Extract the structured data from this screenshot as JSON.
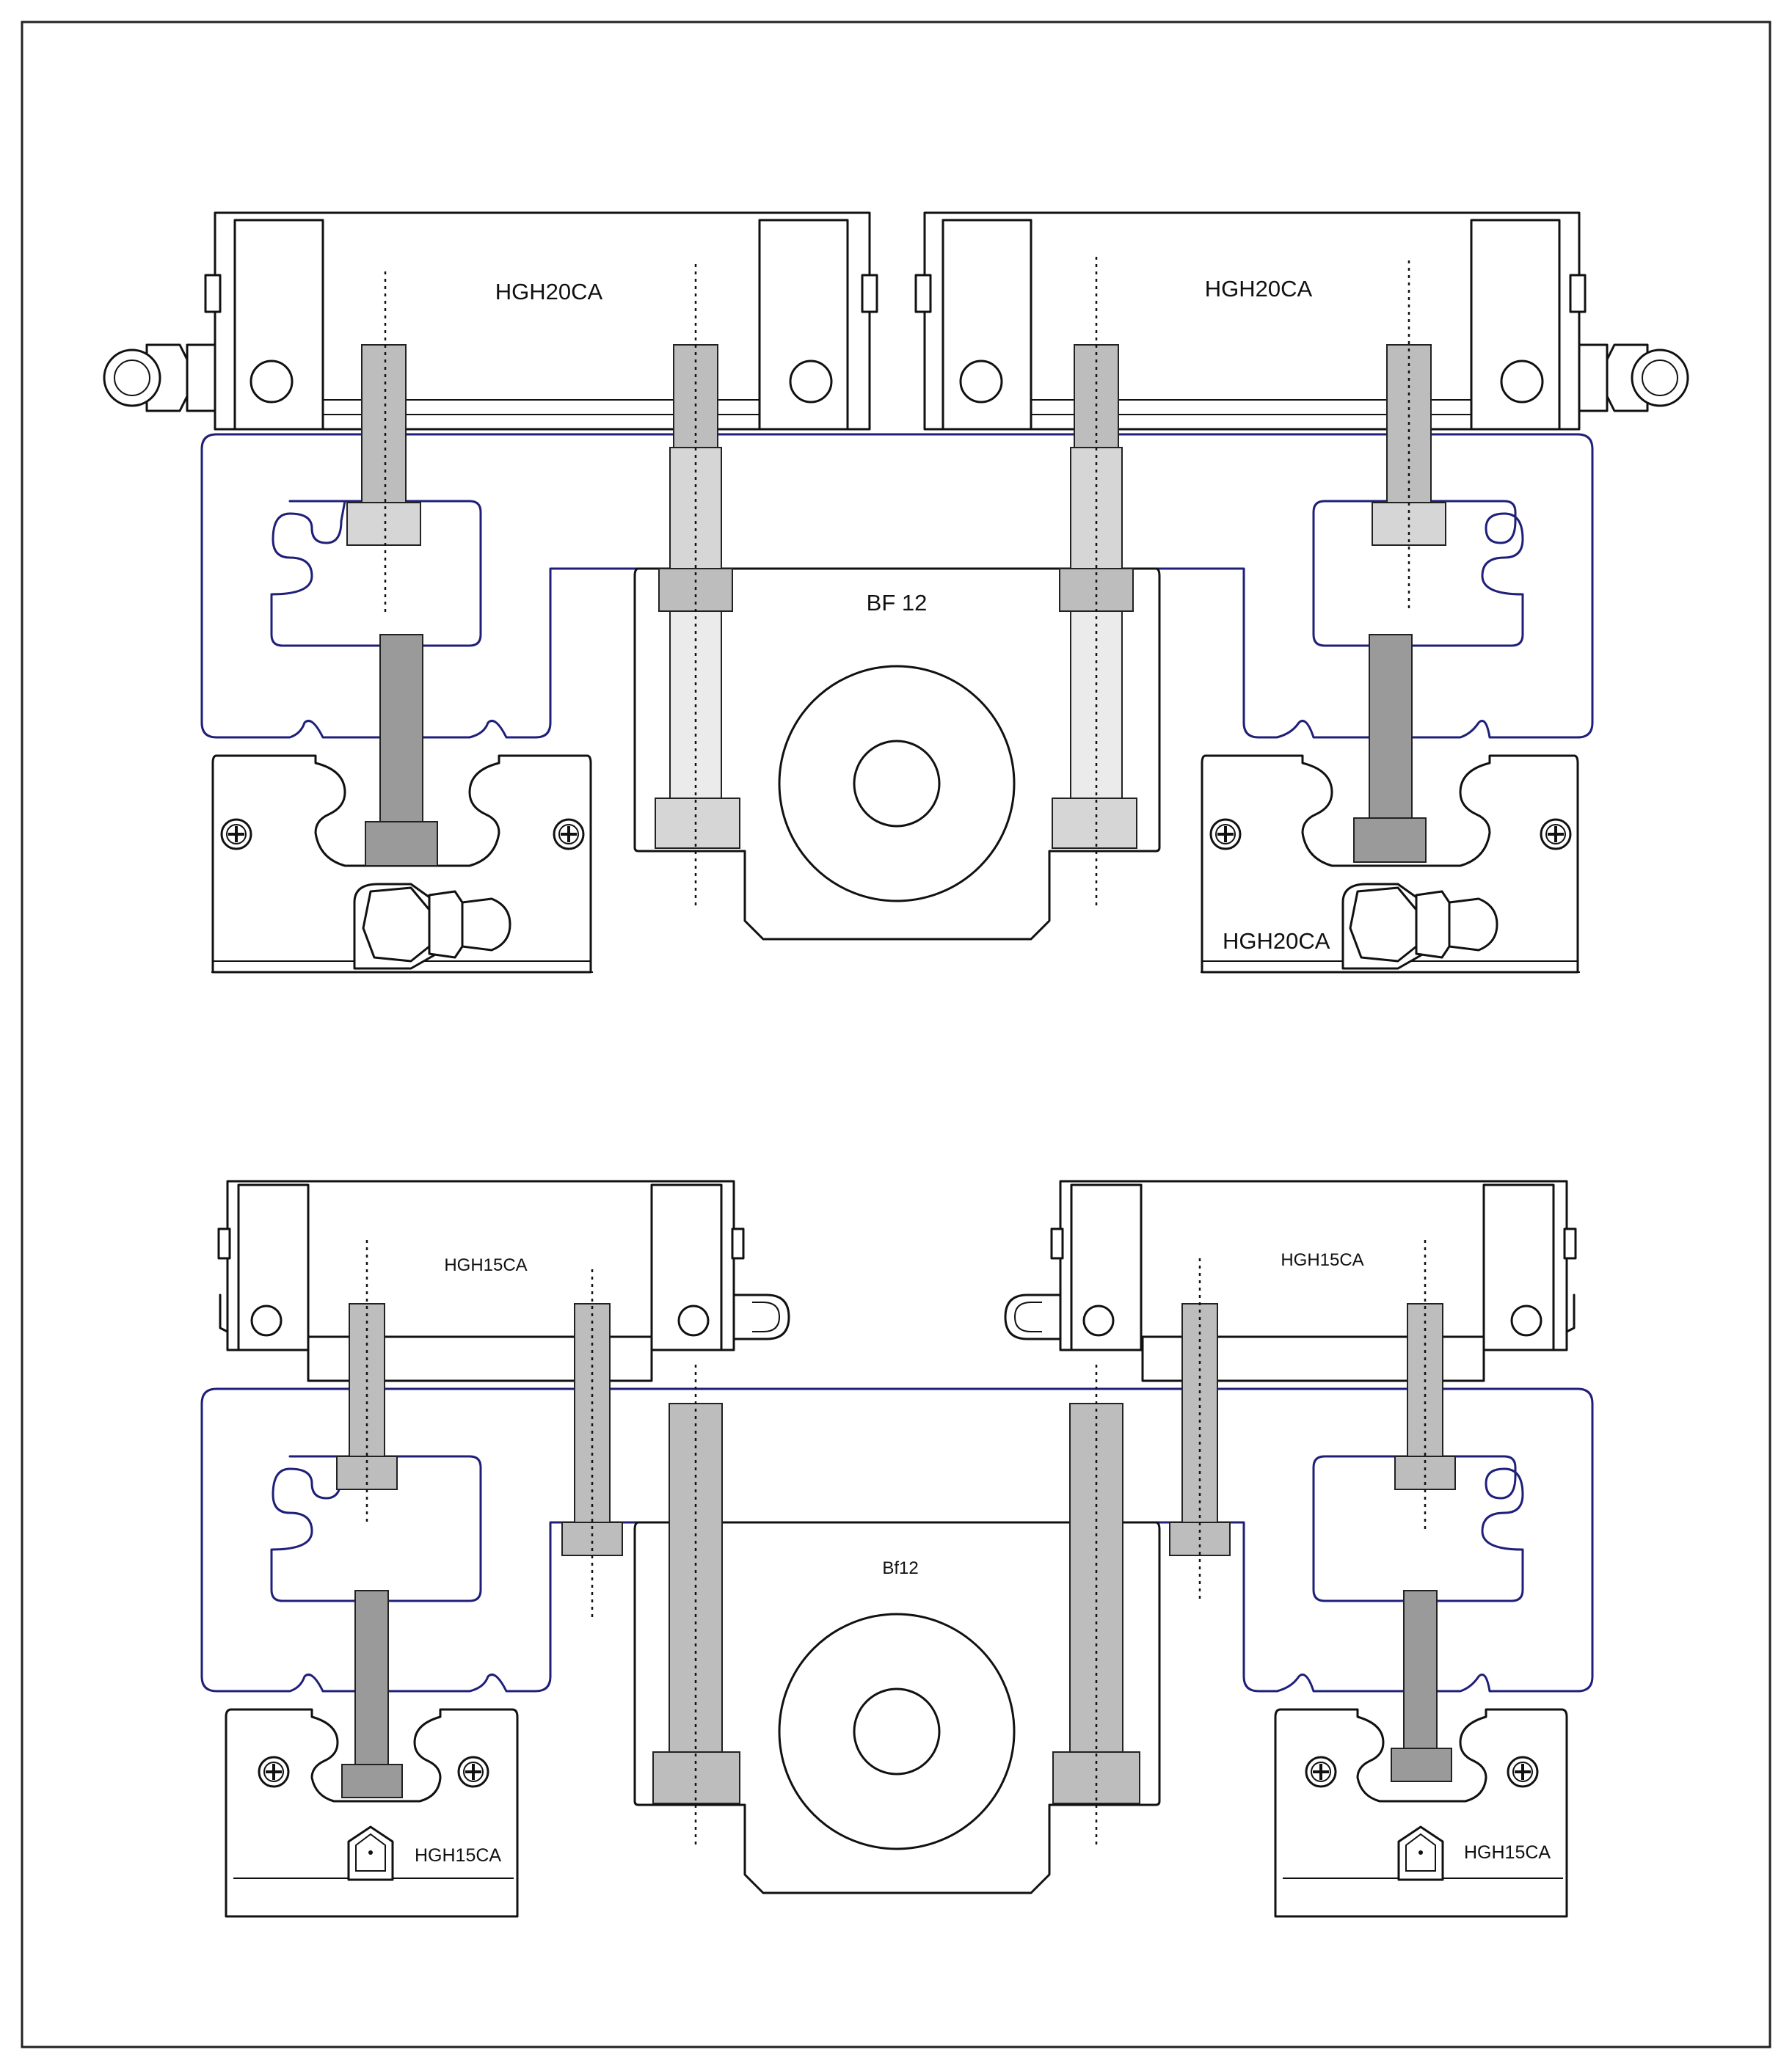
{
  "colors": {
    "outline": "#111111",
    "plate_outline": "#1f1f7a",
    "bolt_dark": "#9a9a9a",
    "bolt_mid": "#bdbdbd",
    "bolt_light": "#d6d6d6",
    "bolt_pale": "#ebebeb"
  },
  "top_assembly": {
    "carriage_left_label": "HGH20CA",
    "carriage_right_label": "HGH20CA",
    "bearing_block_label": "BF 12",
    "rail_block_right_label": "HGH20CA"
  },
  "bottom_assembly": {
    "carriage_left_label": "HGH15CA",
    "carriage_right_label": "HGH15CA",
    "bearing_block_label": "Bf12",
    "rail_block_left_label": "HGH15CA",
    "rail_block_right_label": "HGH15CA"
  },
  "icons": [
    "grease-nipple-icon",
    "phillips-screw-icon",
    "bolt-icon"
  ]
}
